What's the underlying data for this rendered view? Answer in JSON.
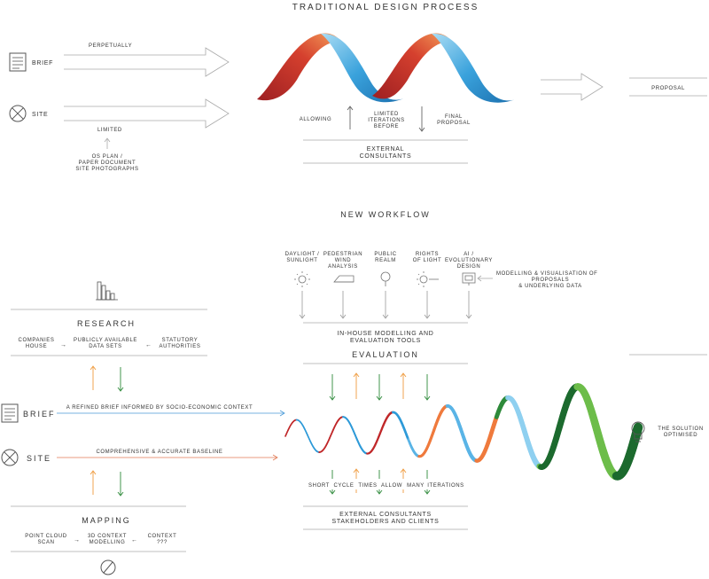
{
  "top": {
    "title": "TRADITIONAL DESIGN PROCESS",
    "brief_label": "BRIEF",
    "site_label": "SITE",
    "perpetually": "PERPETUALLY",
    "limited": "LIMITED",
    "sources": [
      "OS PLAN /",
      "PAPER DOCUMENT",
      "SITE PHOTOGRAPHS"
    ],
    "allowing": "ALLOWING",
    "limited_iterations": [
      "LIMITED",
      "ITERATIONS",
      "BEFORE"
    ],
    "final_proposal": [
      "FINAL",
      "PROPOSAL"
    ],
    "external_consultants": [
      "EXTERNAL",
      "CONSULTANTS"
    ],
    "proposal": "PROPOSAL"
  },
  "bottom": {
    "title": "NEW WORKFLOW",
    "tools": [
      {
        "label": [
          "DAYLIGHT /",
          "SUNLIGHT"
        ],
        "icon": "sun-icon"
      },
      {
        "label": [
          "PEDESTRIAN",
          "WIND",
          "ANALYSIS"
        ],
        "icon": "wind-icon"
      },
      {
        "label": [
          "PUBLIC",
          "REALM"
        ],
        "icon": "tree-icon"
      },
      {
        "label": [
          "RIGHTS",
          "OF LIGHT"
        ],
        "icon": "light-icon"
      },
      {
        "label": [
          "AI /",
          "EVOLUTIONARY",
          "DESIGN"
        ],
        "icon": "monitor-icon"
      }
    ],
    "modelling_note": [
      "MODELLING & VISUALISATION OF",
      "PROPOSALS",
      "& UNDERLYING DATA"
    ],
    "inhouse": [
      "IN-HOUSE MODELLING AND",
      "EVALUATION TOOLS"
    ],
    "evaluation": "EVALUATION",
    "research": "RESEARCH",
    "research_items": {
      "companies_house": [
        "COMPANIES",
        "HOUSE"
      ],
      "public_data": [
        "PUBLICLY AVAILABLE",
        "DATA SETS"
      ],
      "statutory": [
        "STATUTORY",
        "AUTHORITIES"
      ]
    },
    "brief_label": "BRIEF",
    "site_label": "SITE",
    "brief_line": "A REFINED BRIEF INFORMED BY SOCIO-ECONOMIC CONTEXT",
    "site_line": "COMPREHENSIVE & ACCURATE BASELINE",
    "solution": [
      "THE SOLUTION",
      "OPTIMISED"
    ],
    "iterations": [
      "SHORT",
      "CYCLE",
      "TIMES",
      "ALLOW",
      "MANY",
      "ITERATIONS"
    ],
    "external": [
      "EXTERNAL CONSULTANTS",
      "STAKEHOLDERS AND CLIENTS"
    ],
    "mapping": "MAPPING",
    "mapping_items": {
      "point_cloud": [
        "POINT CLOUD",
        "SCAN"
      ],
      "context_model": [
        "3D CONTEXT",
        "MODELLING"
      ],
      "context": [
        "CONTEXT",
        "???"
      ]
    }
  },
  "colors": {
    "red": "#c0282a",
    "orange": "#ef7a3d",
    "blue": "#2e9ad8",
    "light_blue": "#8fd0f0",
    "green": "#2e8a3a",
    "lime": "#a8d44a"
  }
}
